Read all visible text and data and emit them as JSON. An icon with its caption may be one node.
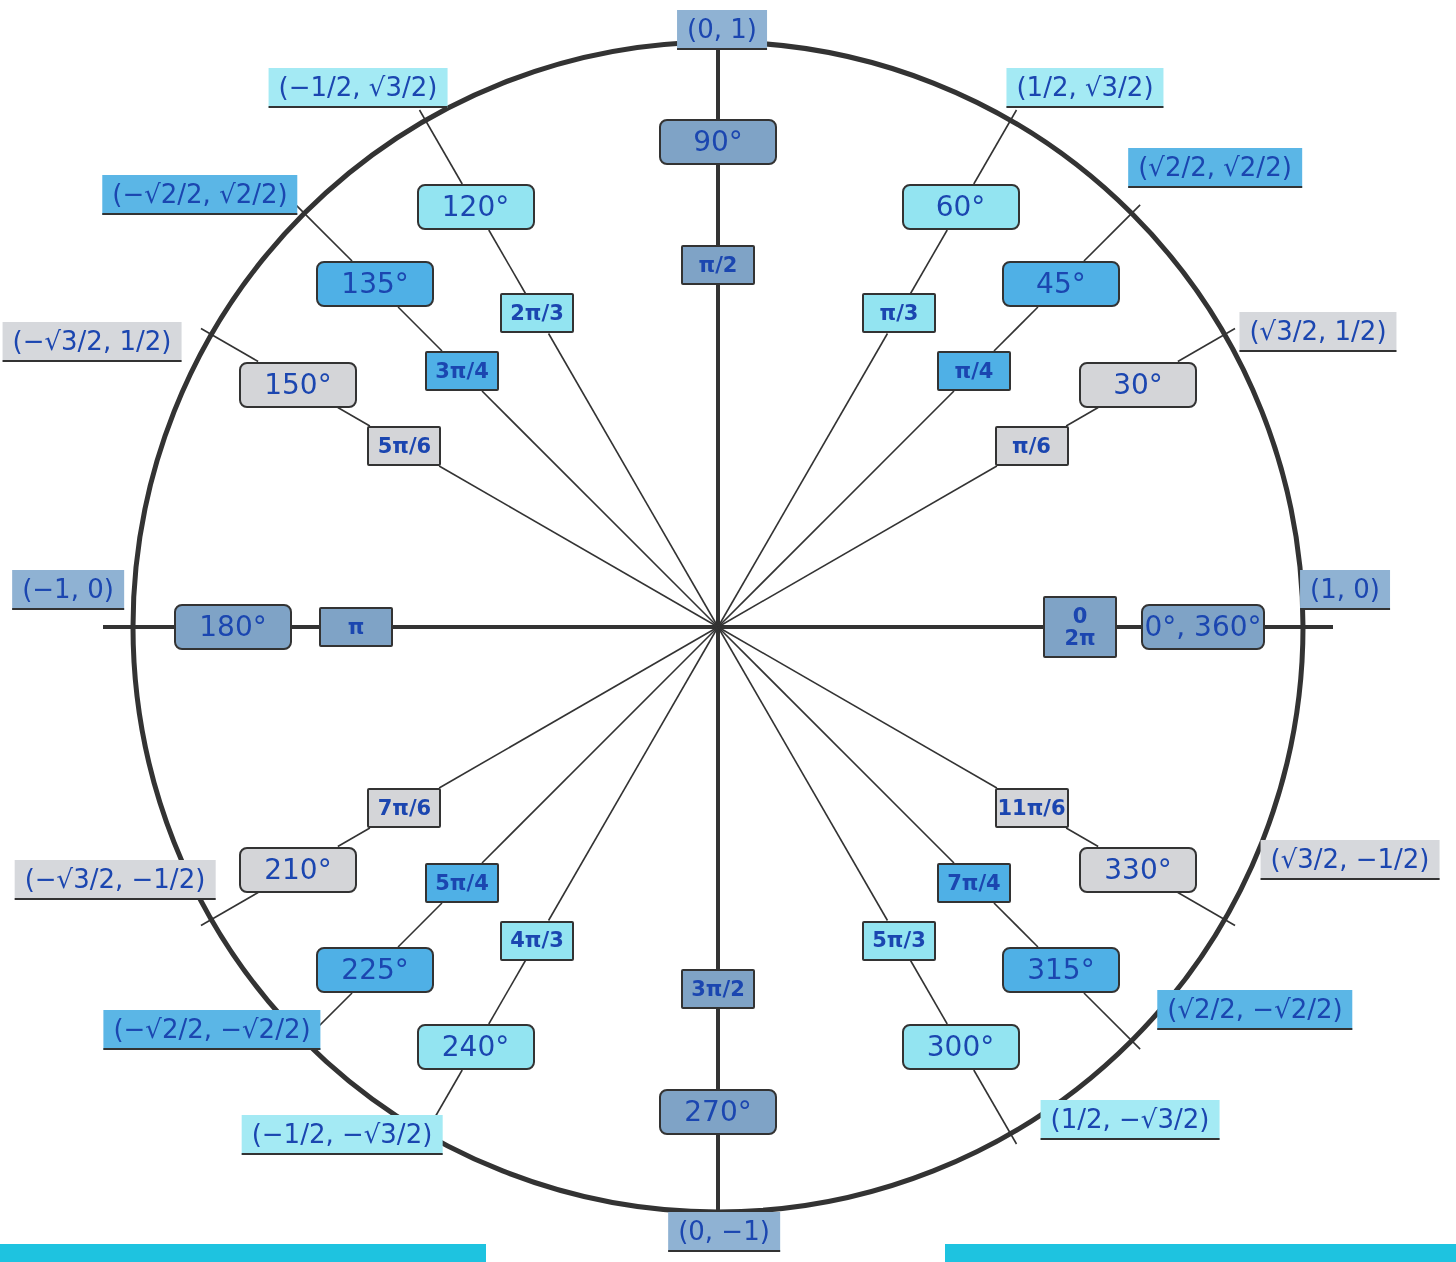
{
  "diagram": {
    "nodes": [
      {
        "text": [
          "0°, 360°"
        ]
      },
      {
        "text": [
          "0",
          "2π"
        ]
      },
      {
        "text": [
          "30°"
        ]
      },
      {
        "text": [
          "π/6"
        ]
      },
      {
        "text": [
          "45°"
        ]
      },
      {
        "text": [
          "π/4"
        ]
      },
      {
        "text": [
          "60°"
        ]
      },
      {
        "text": [
          "π/3"
        ]
      },
      {
        "text": [
          "90°"
        ]
      },
      {
        "text": [
          "π/2"
        ]
      },
      {
        "text": [
          "120°"
        ]
      },
      {
        "text": [
          "2π/3"
        ]
      },
      {
        "text": [
          "135°"
        ]
      },
      {
        "text": [
          "3π/4"
        ]
      },
      {
        "text": [
          "150°"
        ]
      },
      {
        "text": [
          "5π/6"
        ]
      },
      {
        "text": [
          "180°"
        ]
      },
      {
        "text": [
          "π"
        ]
      },
      {
        "text": [
          "210°"
        ]
      },
      {
        "text": [
          "7π/6"
        ]
      },
      {
        "text": [
          "225°"
        ]
      },
      {
        "text": [
          "5π/4"
        ]
      },
      {
        "text": [
          "240°"
        ]
      },
      {
        "text": [
          "4π/3"
        ]
      },
      {
        "text": [
          "270°"
        ]
      },
      {
        "text": [
          "3π/2"
        ]
      },
      {
        "text": [
          "300°"
        ]
      },
      {
        "text": [
          "5π/3"
        ]
      },
      {
        "text": [
          "315°"
        ]
      },
      {
        "text": [
          "7π/4"
        ]
      },
      {
        "text": [
          "330°"
        ]
      },
      {
        "text": [
          "11π/6"
        ]
      }
    ],
    "edges": [
      {
        "from": 1,
        "to": 0,
        "arrow": "none",
        "style": "thick"
      },
      {
        "from": 3,
        "to": 2,
        "arrow": "none"
      },
      {
        "from": 5,
        "to": 4,
        "arrow": "none"
      },
      {
        "from": 7,
        "to": 6,
        "arrow": "none"
      },
      {
        "from": 9,
        "to": 8,
        "arrow": "none",
        "style": "thick"
      },
      {
        "from": 11,
        "to": 10,
        "arrow": "none"
      },
      {
        "from": 13,
        "to": 12,
        "arrow": "none"
      },
      {
        "from": 15,
        "to": 14,
        "arrow": "none"
      },
      {
        "from": 17,
        "to": 16,
        "arrow": "none",
        "style": "thick"
      },
      {
        "from": 19,
        "to": 18,
        "arrow": "none"
      },
      {
        "from": 21,
        "to": 20,
        "arrow": "none"
      },
      {
        "from": 23,
        "to": 22,
        "arrow": "none"
      },
      {
        "from": 25,
        "to": 24,
        "arrow": "none",
        "style": "thick"
      },
      {
        "from": 27,
        "to": 26,
        "arrow": "none"
      },
      {
        "from": 29,
        "to": 28,
        "arrow": "none"
      },
      {
        "from": 31,
        "to": 30,
        "arrow": "none"
      }
    ],
    "labels": [
      "(1, 0)",
      "(√3/2, 1/2)",
      "(√2/2, √2/2)",
      "(1/2, √3/2)",
      "(0, 1)",
      "(−1/2, √3/2)",
      "(−√2/2, √2/2)",
      "(−√3/2, 1/2)",
      "(−1, 0)",
      "(−√3/2, −1/2)",
      "(−√2/2, −√2/2)",
      "(−1/2, −√3/2)",
      "(0, −1)",
      "(1/2, −√3/2)",
      "(√2/2, −√2/2)",
      "(√3/2, −1/2)"
    ]
  }
}
